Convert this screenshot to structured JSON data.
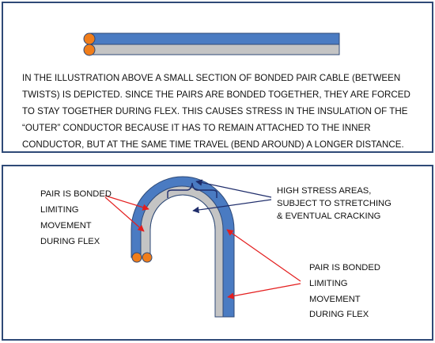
{
  "top_panel": {
    "caption": "IN THE ILLUSTRATION ABOVE A SMALL SECTION OF BONDED PAIR CABLE (BETWEEN TWISTS) IS DEPICTED.  SINCE THE PAIRS ARE BONDED TOGETHER, THEY ARE FORCED TO STAY TOGETHER DURING FLEX.  THIS CAUSES STRESS IN THE INSULATION OF THE “OUTER” CONDUCTOR BECAUSE IT HAS TO REMAIN ATTACHED TO THE INNER CONDUCTOR, BUT AT THE SAME TIME TRAVEL (BEND AROUND) A LONGER DISTANCE."
  },
  "bottom_panel": {
    "label_left": [
      "PAIR IS BONDED",
      "LIMITING",
      "MOVEMENT",
      "DURING FLEX"
    ],
    "label_top_right": [
      "HIGH STRESS AREAS,",
      "SUBJECT TO STRETCHING",
      "& EVENTUAL CRACKING"
    ],
    "label_bottom_right": [
      "PAIR IS BONDED",
      "LIMITING",
      "MOVEMENT",
      "DURING FLEX"
    ]
  },
  "colors": {
    "outer_conductor": "#4a7bc2",
    "inner_conductor": "#c4c4c4",
    "conductor_end": "#f07d1a",
    "outline": "#2f4a77",
    "arrow_red": "#e41e1e",
    "arrow_navy": "#1f2d6b"
  }
}
